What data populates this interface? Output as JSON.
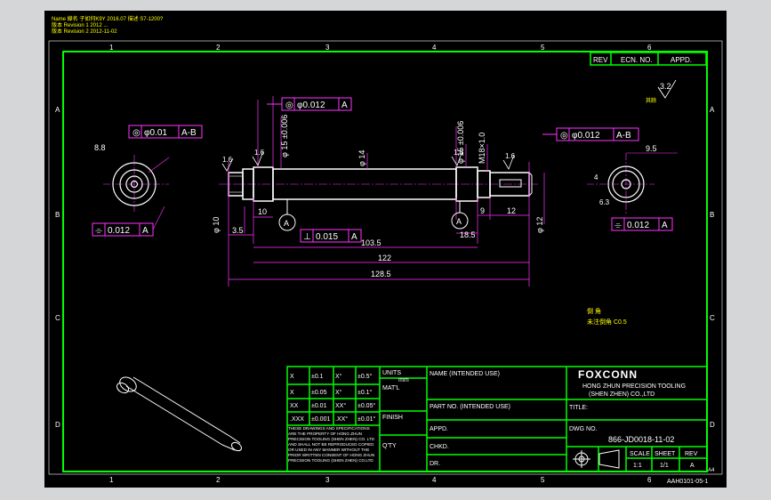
{
  "header_notes": [
    "Name 線名 子如何K9Y 2016.07 描述 S7-1200?",
    "版本 Revision 1 2012 ...",
    "版本 Revision 2 2012-11-02"
  ],
  "zones": {
    "columns": [
      "1",
      "2",
      "3",
      "4",
      "5",
      "6"
    ],
    "rows": [
      "A",
      "B",
      "C",
      "D"
    ]
  },
  "revision_block": {
    "rev": "REV",
    "ecn": "ECN. NO.",
    "appd": "APPD."
  },
  "roughness": {
    "value": "3.2",
    "note": "其餘"
  },
  "gdt": {
    "runout_left": {
      "sym": "◎",
      "tol": "φ0.01",
      "datum": "A-B"
    },
    "runout_mid": {
      "sym": "◎",
      "tol": "φ0.012",
      "datum": "A"
    },
    "runout_right": {
      "sym": "◎",
      "tol": "φ0.012",
      "datum": "A-B"
    },
    "flat_left": {
      "sym": "⌯",
      "tol": "0.012",
      "datum": "A"
    },
    "flat_right": {
      "sym": "⌯",
      "tol": "0.012",
      "datum": "A"
    },
    "perp": {
      "sym": "⊥",
      "tol": "0.015",
      "datum": "A"
    }
  },
  "dims": {
    "d_left_hole": "8.8",
    "d15": "φ 15 ±0.006",
    "d14": "φ 14",
    "d15b": "φ 15 ±0.006",
    "d18": "M18×1.0",
    "d10": "φ 10",
    "d12": "φ 12",
    "len_10": "10",
    "len_35": "3.5",
    "len_1035": "103.5",
    "len_122": "122",
    "len_1285": "128.5",
    "len_185": "18.5",
    "len_9": "9",
    "len_12": "12",
    "len_95": "9.5",
    "len_4": "4",
    "len_6": "6.3",
    "rough16": "1.6",
    "datum_a": "A"
  },
  "notes_mid": [
    "倒 角",
    "未注倒角 C0.5"
  ],
  "tol_table": {
    "rows": [
      [
        "X",
        "±0.1",
        "X°",
        "±0.5°"
      ],
      [
        "X",
        "±0.05",
        "X°",
        "±0.1°"
      ],
      [
        "XX",
        "±0.01",
        "XX°",
        "±0.05°"
      ],
      [
        ".XXX",
        "±0.001",
        ".XX°",
        "±0.01°"
      ]
    ],
    "units": "UNITS",
    "units_val": "mm",
    "matl": "MAT'L",
    "finish": "FINISH",
    "qty": "Q'TY",
    "disclaimer": "THESE DRAWINGS AND SPECIFICATIONS ARE THE PROPERTY OF HONG ZHUN PRECISION TOOLING (SHEN ZHEN) CO. LTD AND SHALL NOT BE REPRODUCED COPIED OR USED IN ANY MANNER WITHOUT THE PRIOR WRITTEN CONSENT OF HONG ZHUN PRECISION TOOLING (SHEN ZHEN) CO.LTD"
  },
  "title_block": {
    "name": "NAME (INTENDED USE)",
    "part_no": "PART NO. (INTENDED USE)",
    "appd": "APPD.",
    "chkd": "CHKD.",
    "dr": "DR.",
    "company": "FOXCONN",
    "company_line1": "HONG ZHUN PRECISION TOOLING",
    "company_line2": "(SHEN ZHEN) CO.,LTD",
    "title_label": "TITLE:",
    "dwg_label": "DWG NO.",
    "dwg_no": "866-JD0018-11-02",
    "scale_label": "SCALE",
    "scale": "1:1",
    "sheet_label": "SHEET",
    "sheet": "1/1",
    "rev_label": "REV",
    "rev": "A"
  },
  "form_no": "AAH0101-05-1",
  "size_mark": "A4",
  "colors": {
    "frame": "#00ff00",
    "dims": "#ff33ff",
    "part": "#ffffff",
    "yellow": "#ffff00",
    "background": "#000000"
  }
}
